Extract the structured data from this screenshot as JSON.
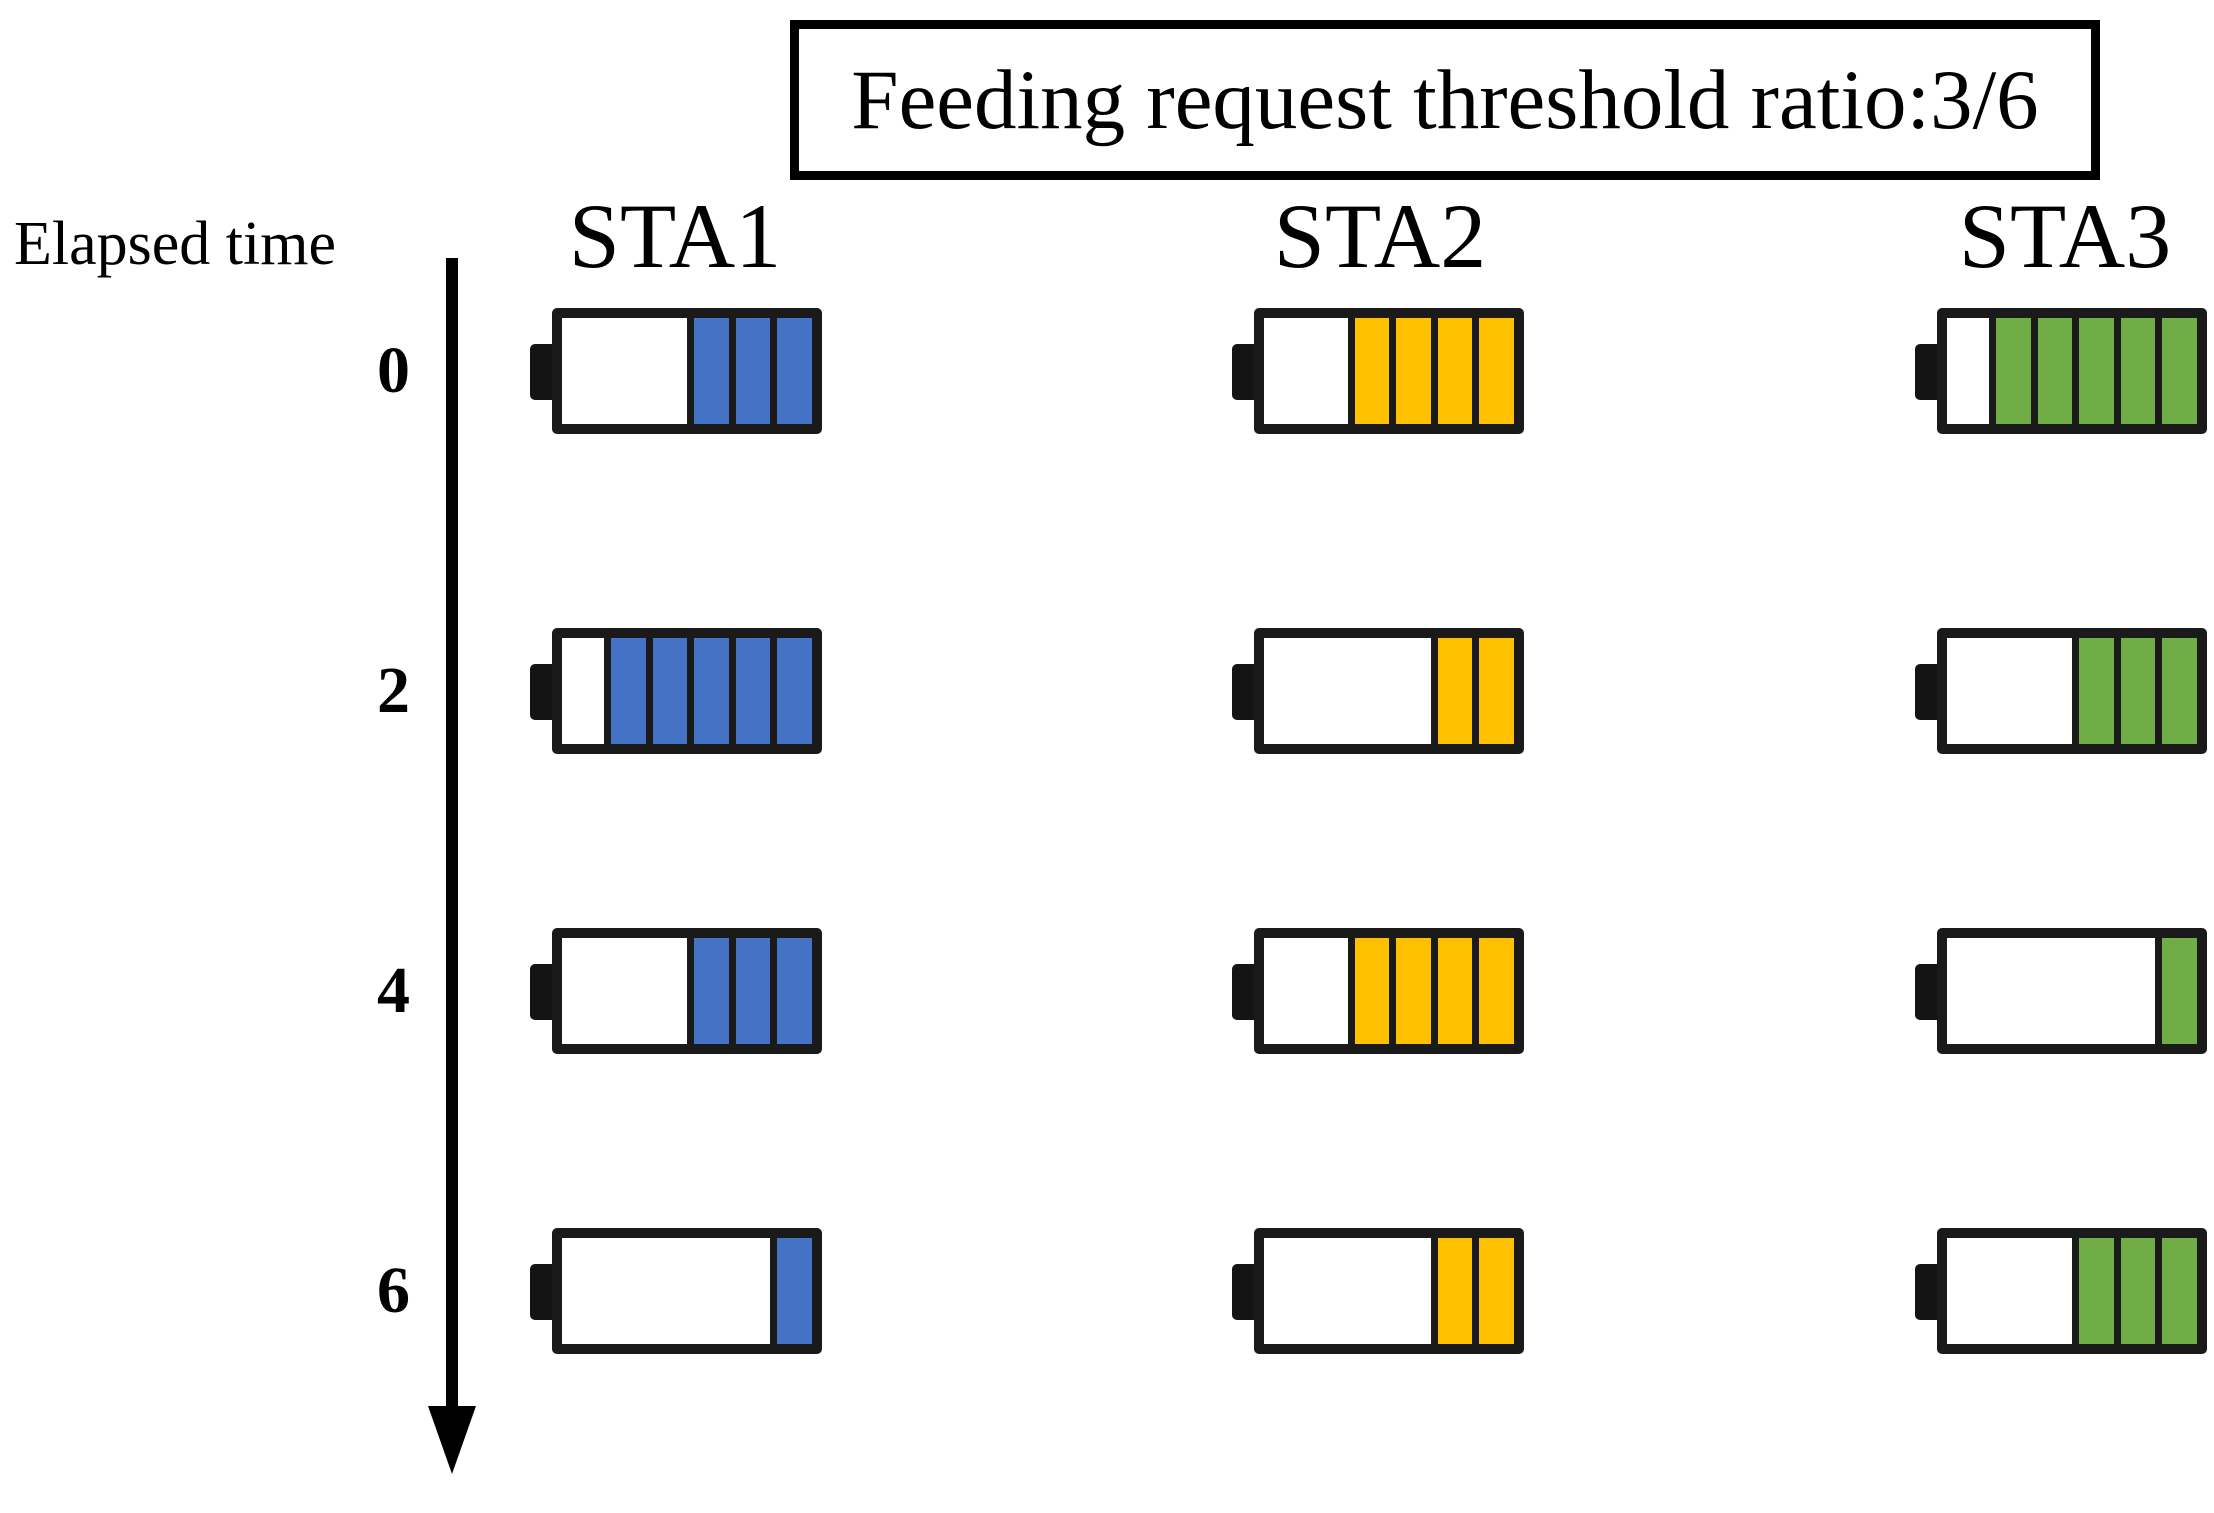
{
  "title": {
    "text": "Feeding request threshold ratio:3/6"
  },
  "axis": {
    "label": "Elapsed time",
    "tick_values": [
      "0",
      "2",
      "4",
      "6"
    ]
  },
  "columns": [
    {
      "label": "STA1",
      "color": "#4472C4"
    },
    {
      "label": "STA2",
      "color": "#FFC000"
    },
    {
      "label": "STA3",
      "color": "#70AD47"
    }
  ],
  "battery": {
    "capacity_segments": 6,
    "empty_color": "#FFFFFF",
    "outline_color": "#1A1A1A"
  },
  "chart_data": {
    "type": "table",
    "title": "Feeding request threshold ratio:3/6",
    "xlabel": "",
    "ylabel": "Elapsed time",
    "categories": [
      "STA1",
      "STA2",
      "STA3"
    ],
    "x": [
      "0",
      "2",
      "4",
      "6"
    ],
    "ylim": [
      0,
      6
    ],
    "grid": false,
    "legend": "none",
    "unit": "battery segments out of 6",
    "series": [
      {
        "name": "STA1",
        "color": "#4472C4",
        "values": [
          3,
          5,
          3,
          1
        ]
      },
      {
        "name": "STA2",
        "color": "#FFC000",
        "values": [
          4,
          2,
          4,
          2
        ]
      },
      {
        "name": "STA3",
        "color": "#70AD47",
        "values": [
          5,
          3,
          1,
          3
        ]
      }
    ]
  },
  "rows": [
    {
      "time": "0",
      "cells": [
        {
          "station": "STA1",
          "filled": 3,
          "color": "#4472C4"
        },
        {
          "station": "STA2",
          "filled": 4,
          "color": "#FFC000"
        },
        {
          "station": "STA3",
          "filled": 5,
          "color": "#70AD47"
        }
      ]
    },
    {
      "time": "2",
      "cells": [
        {
          "station": "STA1",
          "filled": 5,
          "color": "#4472C4"
        },
        {
          "station": "STA2",
          "filled": 2,
          "color": "#FFC000"
        },
        {
          "station": "STA3",
          "filled": 3,
          "color": "#70AD47"
        }
      ]
    },
    {
      "time": "4",
      "cells": [
        {
          "station": "STA1",
          "filled": 3,
          "color": "#4472C4"
        },
        {
          "station": "STA2",
          "filled": 4,
          "color": "#FFC000"
        },
        {
          "station": "STA3",
          "filled": 1,
          "color": "#70AD47"
        }
      ]
    },
    {
      "time": "6",
      "cells": [
        {
          "station": "STA1",
          "filled": 1,
          "color": "#4472C4"
        },
        {
          "station": "STA2",
          "filled": 2,
          "color": "#FFC000"
        },
        {
          "station": "STA3",
          "filled": 3,
          "color": "#70AD47"
        }
      ]
    }
  ],
  "layout": {
    "row_tops": [
      308,
      628,
      928,
      1228
    ],
    "label_tops": [
      338,
      658,
      958,
      1258
    ],
    "column_lefts": [
      530,
      1232,
      1915
    ]
  }
}
